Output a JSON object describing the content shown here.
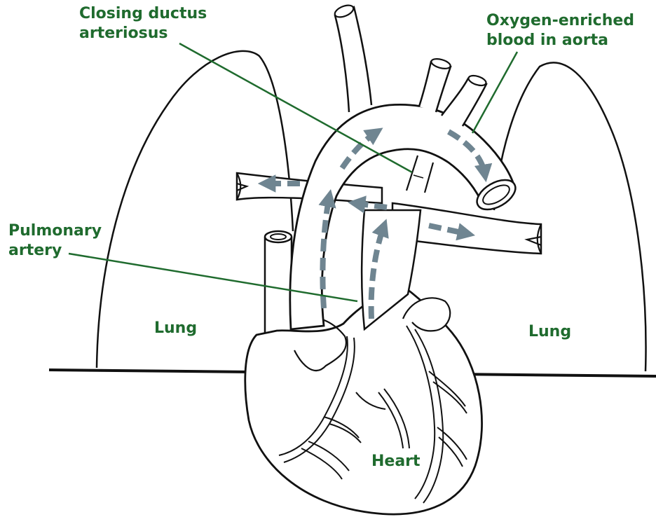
{
  "colors": {
    "label": "#1f6b2e",
    "outline": "#111111",
    "flow_arrow": "#6f8591",
    "background": "#ffffff"
  },
  "labels": {
    "ductus": [
      "Closing ductus",
      "arteriosus"
    ],
    "oxygen": [
      "Oxygen-enriched",
      "blood in aorta"
    ],
    "pulmonary": [
      "Pulmonary",
      "artery"
    ],
    "lung_left": "Lung",
    "lung_right": "Lung",
    "heart": "Heart"
  },
  "flow_arrows": [
    {
      "name": "flow-arrow-aorta-up",
      "direction": "up"
    },
    {
      "name": "flow-arrow-aortic-arch",
      "direction": "right-down"
    },
    {
      "name": "flow-arrow-left-pulmonary",
      "direction": "left"
    },
    {
      "name": "flow-arrow-right-pulmonary",
      "direction": "right"
    },
    {
      "name": "flow-arrow-trunk-left",
      "direction": "left"
    },
    {
      "name": "flow-arrow-trunk-up",
      "direction": "up"
    },
    {
      "name": "flow-arrow-ascending-aorta",
      "direction": "up"
    }
  ]
}
